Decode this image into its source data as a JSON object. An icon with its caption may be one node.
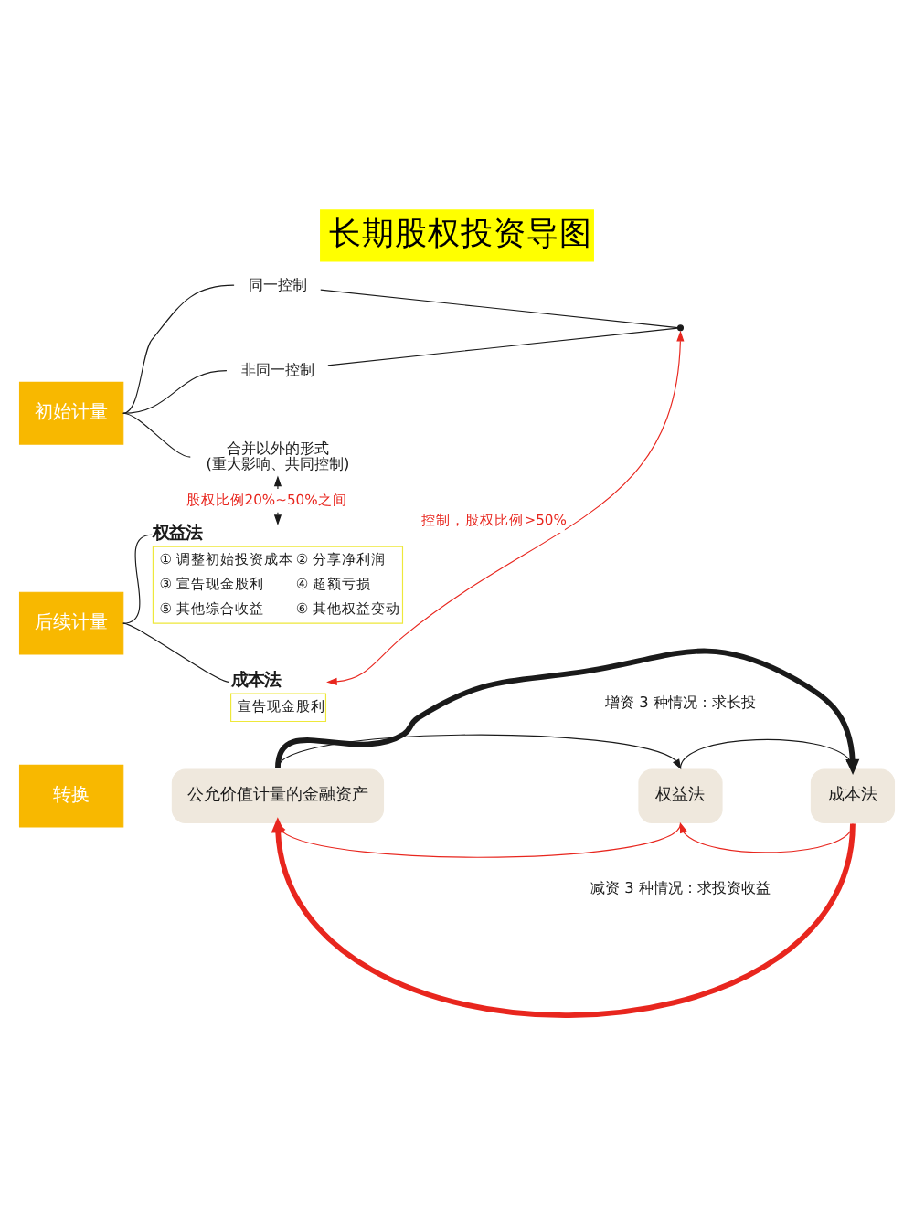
{
  "diagram": {
    "title": "长期股权投资导图",
    "nodes": [
      {
        "text": [
          "初始计量"
        ]
      },
      {
        "text": [
          "同一控制"
        ]
      },
      {
        "text": [
          "非同一控制"
        ]
      },
      {
        "text": [],
        "shape": "brace"
      },
      {
        "text": [
          "合并以外的形式",
          "(重大影响、共同控制)"
        ]
      },
      {
        "text": [
          "后续计量"
        ]
      },
      {
        "text": [
          "权益法",
          "① 调整初始投资成本",
          "② 分享净利润",
          "③ 宣告现金股利",
          "④ 超额亏损",
          "⑤ 其他综合收益",
          "⑥ 其他权益变动"
        ]
      },
      {
        "text": [
          "成本法",
          "宣告现金股利"
        ]
      },
      {
        "text": [
          "转换"
        ]
      },
      {
        "text": [
          "公允价值计量的金融资产"
        ]
      },
      {
        "text": [
          "权益法"
        ]
      },
      {
        "text": [
          "成本法"
        ]
      }
    ],
    "edges": [
      {
        "from": 0,
        "to": 1,
        "arrow": "none"
      },
      {
        "from": 0,
        "to": 2,
        "arrow": "none"
      },
      {
        "from": 0,
        "to": 4,
        "arrow": "none"
      },
      {
        "from": 1,
        "to": 3,
        "arrow": "none"
      },
      {
        "from": 2,
        "to": 3,
        "arrow": "none"
      },
      {
        "from": 3,
        "to": 7,
        "arrow": "both",
        "label": "控制，股权比例>50%",
        "color": "#e8261e"
      },
      {
        "from": 4,
        "to": 6,
        "arrow": "both",
        "label": "股权比例20%~50%之间"
      },
      {
        "from": 5,
        "to": 6,
        "arrow": "none"
      },
      {
        "from": 5,
        "to": 7,
        "arrow": "none"
      },
      {
        "from": 9,
        "to": 10,
        "arrow": "to"
      },
      {
        "from": 10,
        "to": 11,
        "arrow": "to"
      },
      {
        "from": 9,
        "to": 11,
        "arrow": "to",
        "style": "thick"
      },
      {
        "from": 11,
        "to": 10,
        "arrow": "to",
        "color": "#e8261e"
      },
      {
        "from": 10,
        "to": 9,
        "arrow": "to",
        "color": "#e8261e"
      },
      {
        "from": 11,
        "to": 9,
        "arrow": "to",
        "style": "thick",
        "color": "#e8261e"
      }
    ],
    "labels": [
      "增资 3 种情况：求长投",
      "减资 3 种情况：求投资收益"
    ]
  }
}
